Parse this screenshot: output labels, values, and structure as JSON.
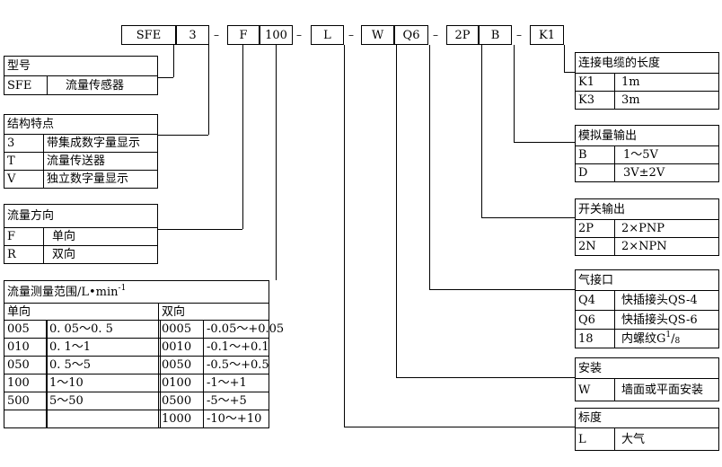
{
  "code": {
    "segments": [
      "SFE",
      "3",
      "F",
      "100",
      "L",
      "W",
      "Q6",
      "2P",
      "B",
      "K1"
    ],
    "separator": "–"
  },
  "model": {
    "title": "型号",
    "rows": [
      [
        "SFE",
        "流量传感器"
      ]
    ]
  },
  "structure": {
    "title": "结构特点",
    "rows": [
      [
        "3",
        "带集成数字量显示"
      ],
      [
        "T",
        "流量传送器"
      ],
      [
        "V",
        "独立数字量显示"
      ]
    ]
  },
  "direction": {
    "title": "流量方向",
    "rows": [
      [
        "F",
        "单向"
      ],
      [
        "R",
        "双向"
      ]
    ]
  },
  "range": {
    "title_main": "流量测量范围/L•min",
    "title_sup": "-1",
    "uni_header": "单向",
    "bi_header": "双向",
    "rows": [
      [
        "005",
        "0. 05～0. 5",
        "0005",
        "-0.05～+0.05"
      ],
      [
        "010",
        "0. 1～1",
        "0010",
        "-0.1～+0.1"
      ],
      [
        "050",
        "0. 5～5",
        "0050",
        "-0.5～+0.5"
      ],
      [
        "100",
        "1～10",
        "0100",
        "-1～+1"
      ],
      [
        "500",
        "5～50",
        "0500",
        "-5～+5"
      ],
      [
        "",
        "",
        "1000",
        "-10～+10"
      ]
    ]
  },
  "cable": {
    "title": "连接电缆的长度",
    "rows": [
      [
        "K1",
        "1m"
      ],
      [
        "K3",
        "3m"
      ]
    ]
  },
  "analog": {
    "title": "模拟量输出",
    "rows": [
      [
        "B",
        "1～5V"
      ],
      [
        "D",
        "3V±2V"
      ]
    ]
  },
  "switch": {
    "title": "开关输出",
    "rows": [
      [
        "2P",
        "2×PNP"
      ],
      [
        "2N",
        "2×NPN"
      ]
    ]
  },
  "port": {
    "title": "气接口",
    "rows": [
      [
        "Q4",
        "快插接头QS-4"
      ],
      [
        "Q6",
        "快插接头QS-6"
      ]
    ],
    "last_code": "18",
    "last_main": "内螺纹G",
    "last_sup": "1",
    "last_sub": "8"
  },
  "mount": {
    "title": "安装",
    "rows": [
      [
        "W",
        "墙面或平面安装"
      ]
    ]
  },
  "scale": {
    "title": "标度",
    "rows": [
      [
        "L",
        "大气"
      ]
    ]
  }
}
